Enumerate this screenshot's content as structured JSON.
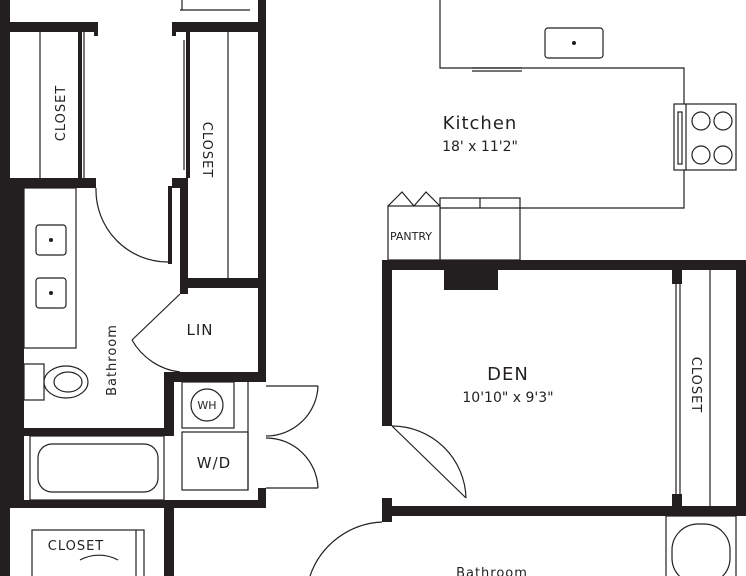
{
  "rooms": {
    "kitchen": {
      "label": "Kitchen",
      "dims": "18' x 11'2\""
    },
    "den": {
      "label": "DEN",
      "dims": "10'10\" x 9'3\""
    },
    "bathroom_left": {
      "label": "Bathroom"
    },
    "bathroom_bottom": {
      "label": "Bathroom"
    }
  },
  "fixtures": {
    "closet_top_left": "CLOSET",
    "closet_top_mid": "CLOSET",
    "closet_den": "CLOSET",
    "closet_bottom_left": "CLOSET",
    "pantry": "PANTRY",
    "linen": "LIN",
    "water_heater": "WH",
    "washer_dryer": "W/D"
  }
}
